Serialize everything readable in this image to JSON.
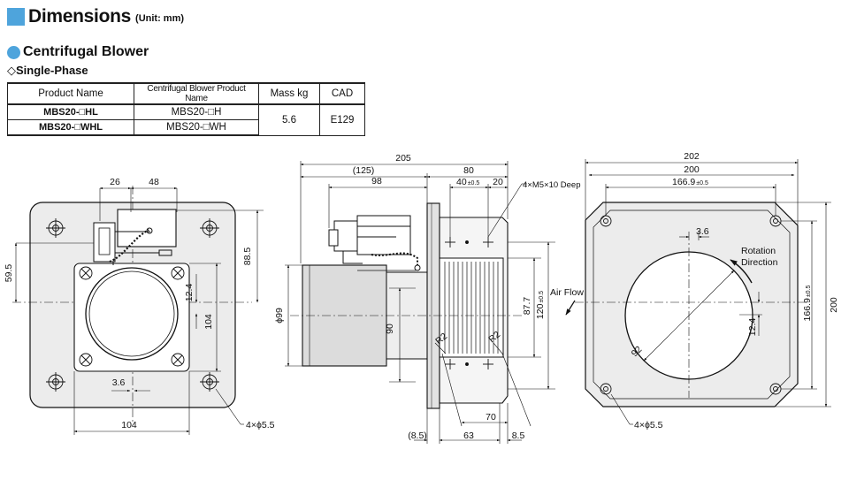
{
  "header": {
    "title": "Dimensions",
    "unit": "(Unit: mm)"
  },
  "section": {
    "title": "Centrifugal Blower",
    "phase": "◇Single-Phase"
  },
  "table": {
    "headers": [
      "Product Name",
      "Centrifugal Blower Product Name",
      "Mass kg",
      "CAD"
    ],
    "rows": [
      {
        "product": "MBS20-□HL",
        "blower": "MBS20-□H"
      },
      {
        "product": "MBS20-□WHL",
        "blower": "MBS20-□WH"
      }
    ],
    "mass": "5.6",
    "cad": "E129"
  },
  "front": {
    "d26": "26",
    "d48": "48",
    "d59_5": "59.5",
    "d88_5": "88.5",
    "d12_4": "12.4",
    "d104v": "104",
    "d3_6": "3.6",
    "d104h": "104",
    "holes": "4×ϕ5.5"
  },
  "side": {
    "d205": "205",
    "d125": "(125)",
    "d80": "80",
    "d98": "98",
    "d40": "40",
    "d40tol": "±0.5",
    "d20": "20",
    "tap": "4×M5×10 Deep",
    "d99": "ϕ99",
    "d90": "90",
    "d87_7": "87.7",
    "d120": "120",
    "d120tol": "±0.5",
    "r2a": "R2",
    "r2b": "R2",
    "d70": "70",
    "d8_5a": "(8.5)",
    "d63": "63",
    "d8_5b": "8.5",
    "airflow": "Air Flow"
  },
  "back": {
    "d202": "202",
    "d200": "200",
    "d166_9": "166.9",
    "tol": "±0.5",
    "d3_6": "3.6",
    "rot1": "Rotation",
    "rot2": "Direction",
    "d200v": "200",
    "d166_9v": "166.9",
    "d12_4": "12.4",
    "d92": "92",
    "holes": "4×ϕ5.5"
  }
}
